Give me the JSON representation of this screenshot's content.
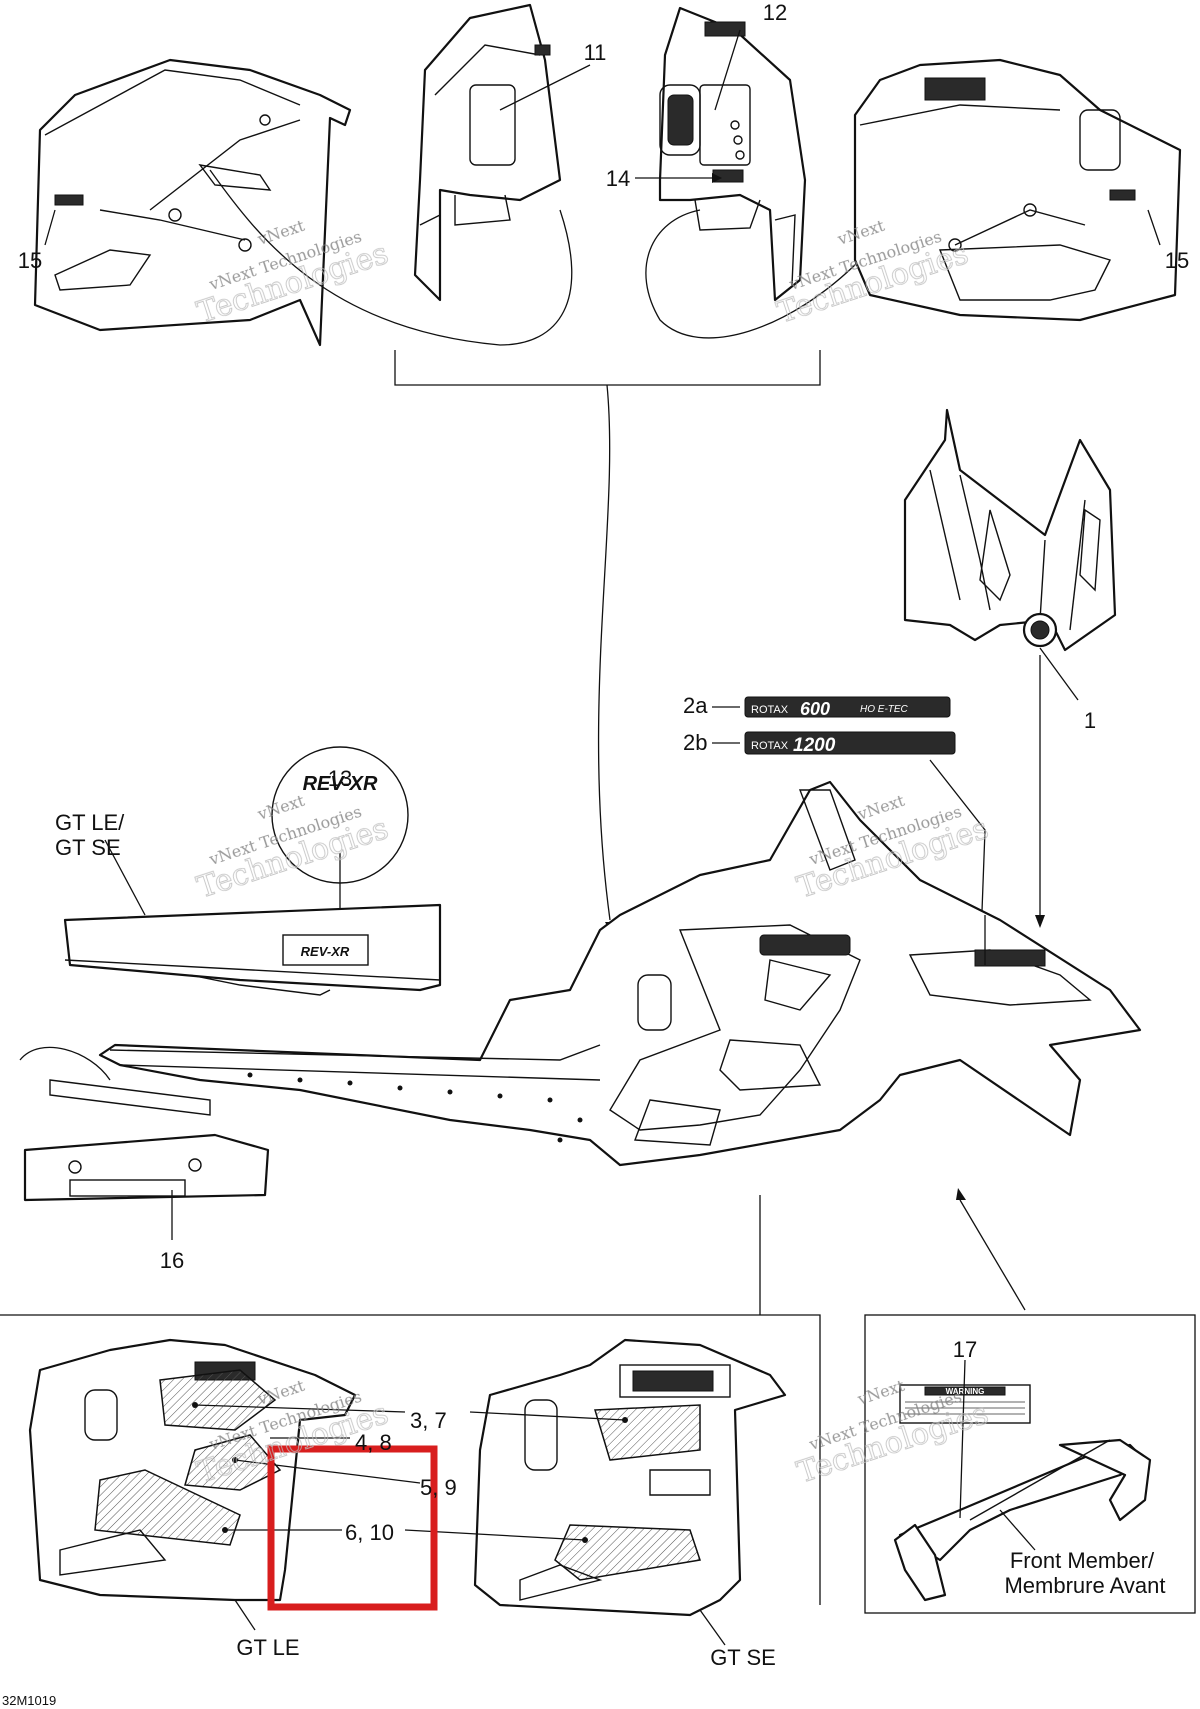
{
  "callouts": {
    "c1": "1",
    "c2a": "2a",
    "c2b": "2b",
    "c3_7": "3, 7",
    "c4_8": "4, 8",
    "c5_9": "5, 9",
    "c6_10": "6, 10",
    "c11": "11",
    "c12": "12",
    "c13": "13",
    "c14": "14",
    "c15_left": "15",
    "c15_right": "15",
    "c16": "16",
    "c17": "17"
  },
  "model_labels": {
    "gt_le_se_line1": "GT LE/",
    "gt_le_se_line2": "GT SE",
    "gt_le": "GT LE",
    "gt_se": "GT SE"
  },
  "front_member": {
    "line1": "Front Member/",
    "line2": "Membrure Avant"
  },
  "decal_text": {
    "rotax600_brand": "ROTAX",
    "rotax600_model": "600",
    "rotax600_suffix": "HO E-TEC",
    "rotax1200_brand": "ROTAX",
    "rotax1200_model": "1200",
    "renegade_xr": "REV-XR",
    "warning": "WARNING"
  },
  "watermark": {
    "line1": "vNext",
    "line2": "vNext Technologies",
    "line3": "Technologies"
  },
  "figure_code": "32M1019",
  "colors": {
    "highlight": "#d81e1e",
    "line": "#111111"
  }
}
